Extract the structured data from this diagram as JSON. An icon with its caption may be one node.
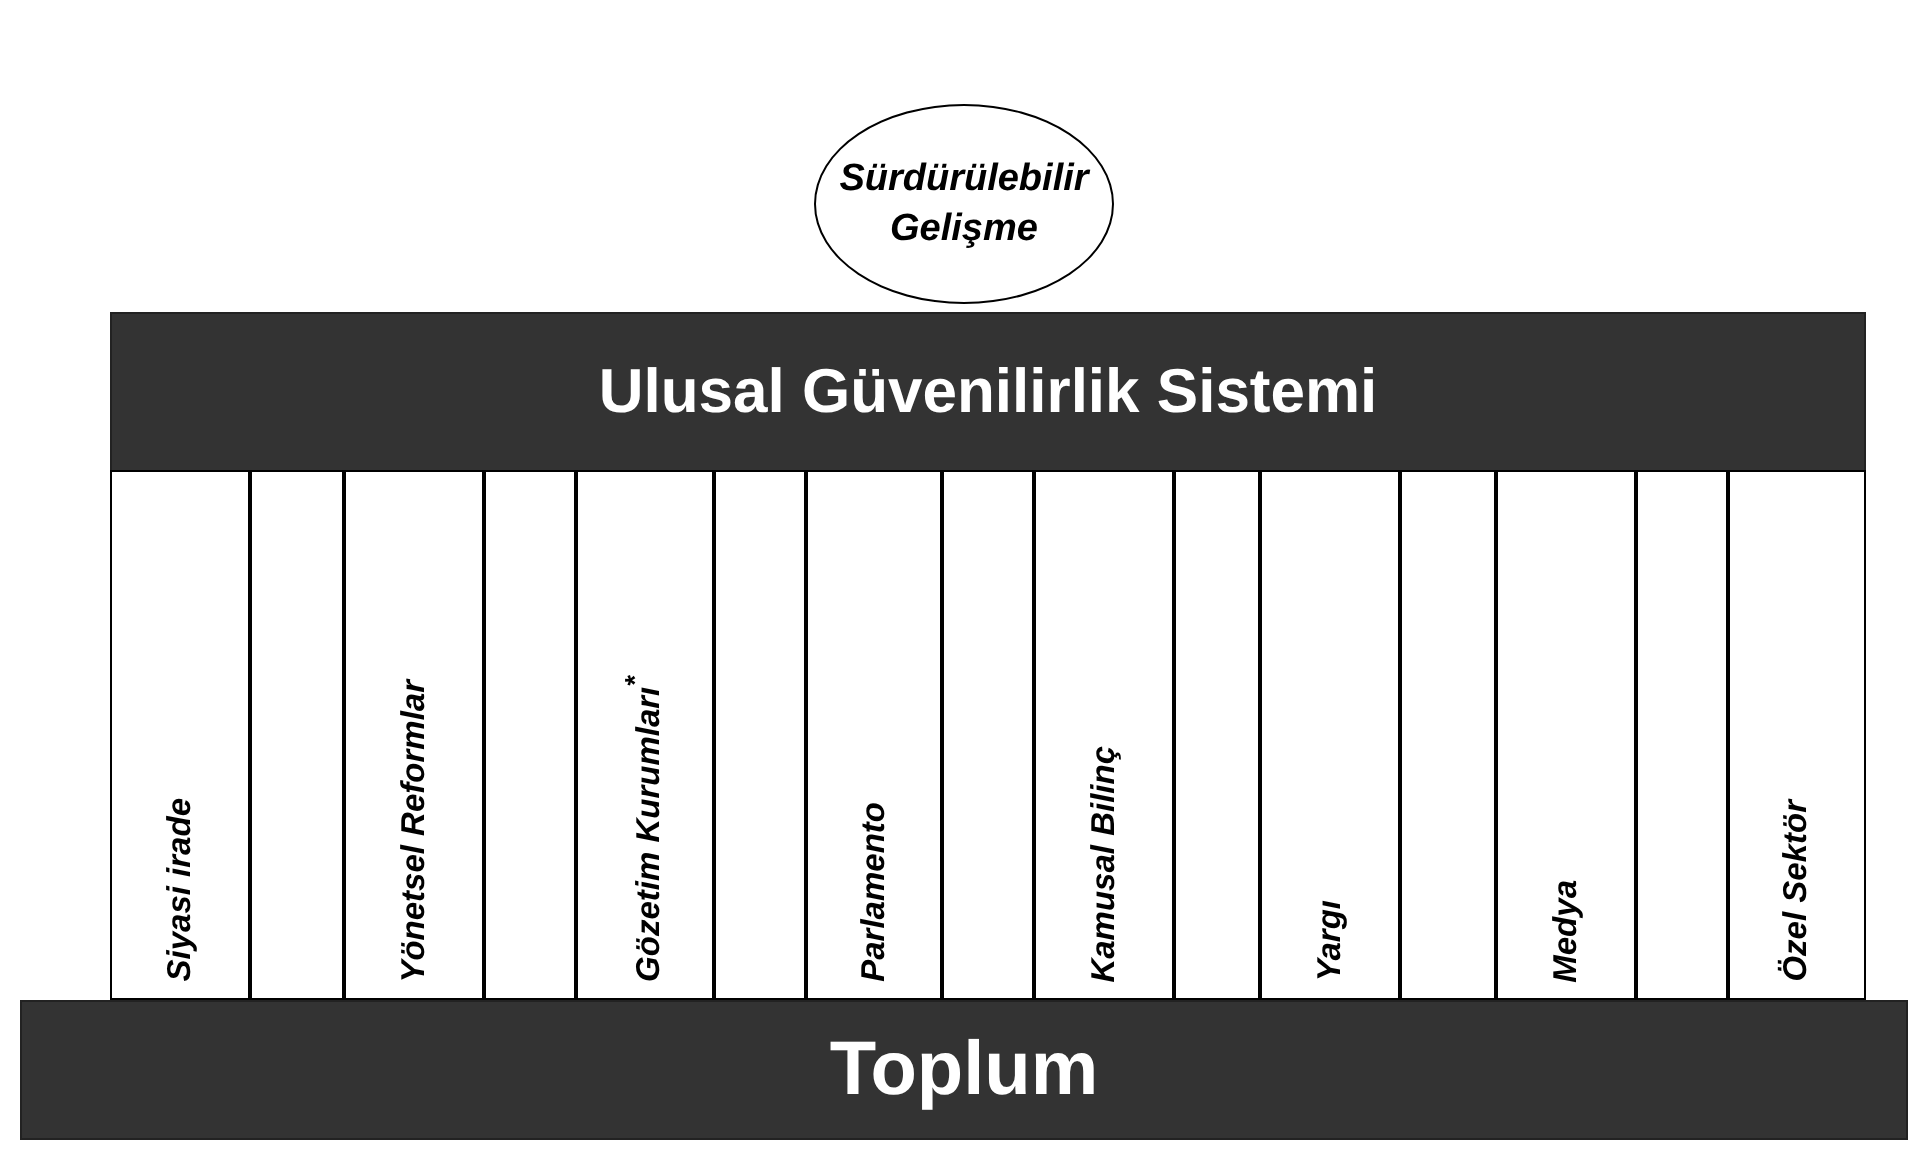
{
  "diagram": {
    "nodes": [
      {
        "text": [
          "Sürdürülebilir Gelişme"
        ]
      },
      {
        "text": [
          "Ulusal Güvenilirlik Sistemi"
        ]
      },
      {
        "text": [
          "Siyasi irade"
        ]
      },
      {
        "text": [],
        "shape": "box"
      },
      {
        "text": [
          "Yönetsel Reformlar"
        ]
      },
      {
        "text": [],
        "shape": "box"
      },
      {
        "text": [
          "Gözetim Kurumları$^{*}$"
        ]
      },
      {
        "text": [],
        "shape": "box"
      },
      {
        "text": [
          "Parlamento"
        ]
      },
      {
        "text": [],
        "shape": "box"
      },
      {
        "text": [
          "Kamusal Bilinç"
        ]
      },
      {
        "text": [],
        "shape": "box"
      },
      {
        "text": [
          "Yargı"
        ]
      },
      {
        "text": [],
        "shape": "box"
      },
      {
        "text": [
          "Medya"
        ]
      },
      {
        "text": [],
        "shape": "box"
      },
      {
        "text": [
          "Özel Sektör"
        ]
      },
      {
        "text": [
          "Toplum"
        ]
      }
    ],
    "edges": []
  }
}
